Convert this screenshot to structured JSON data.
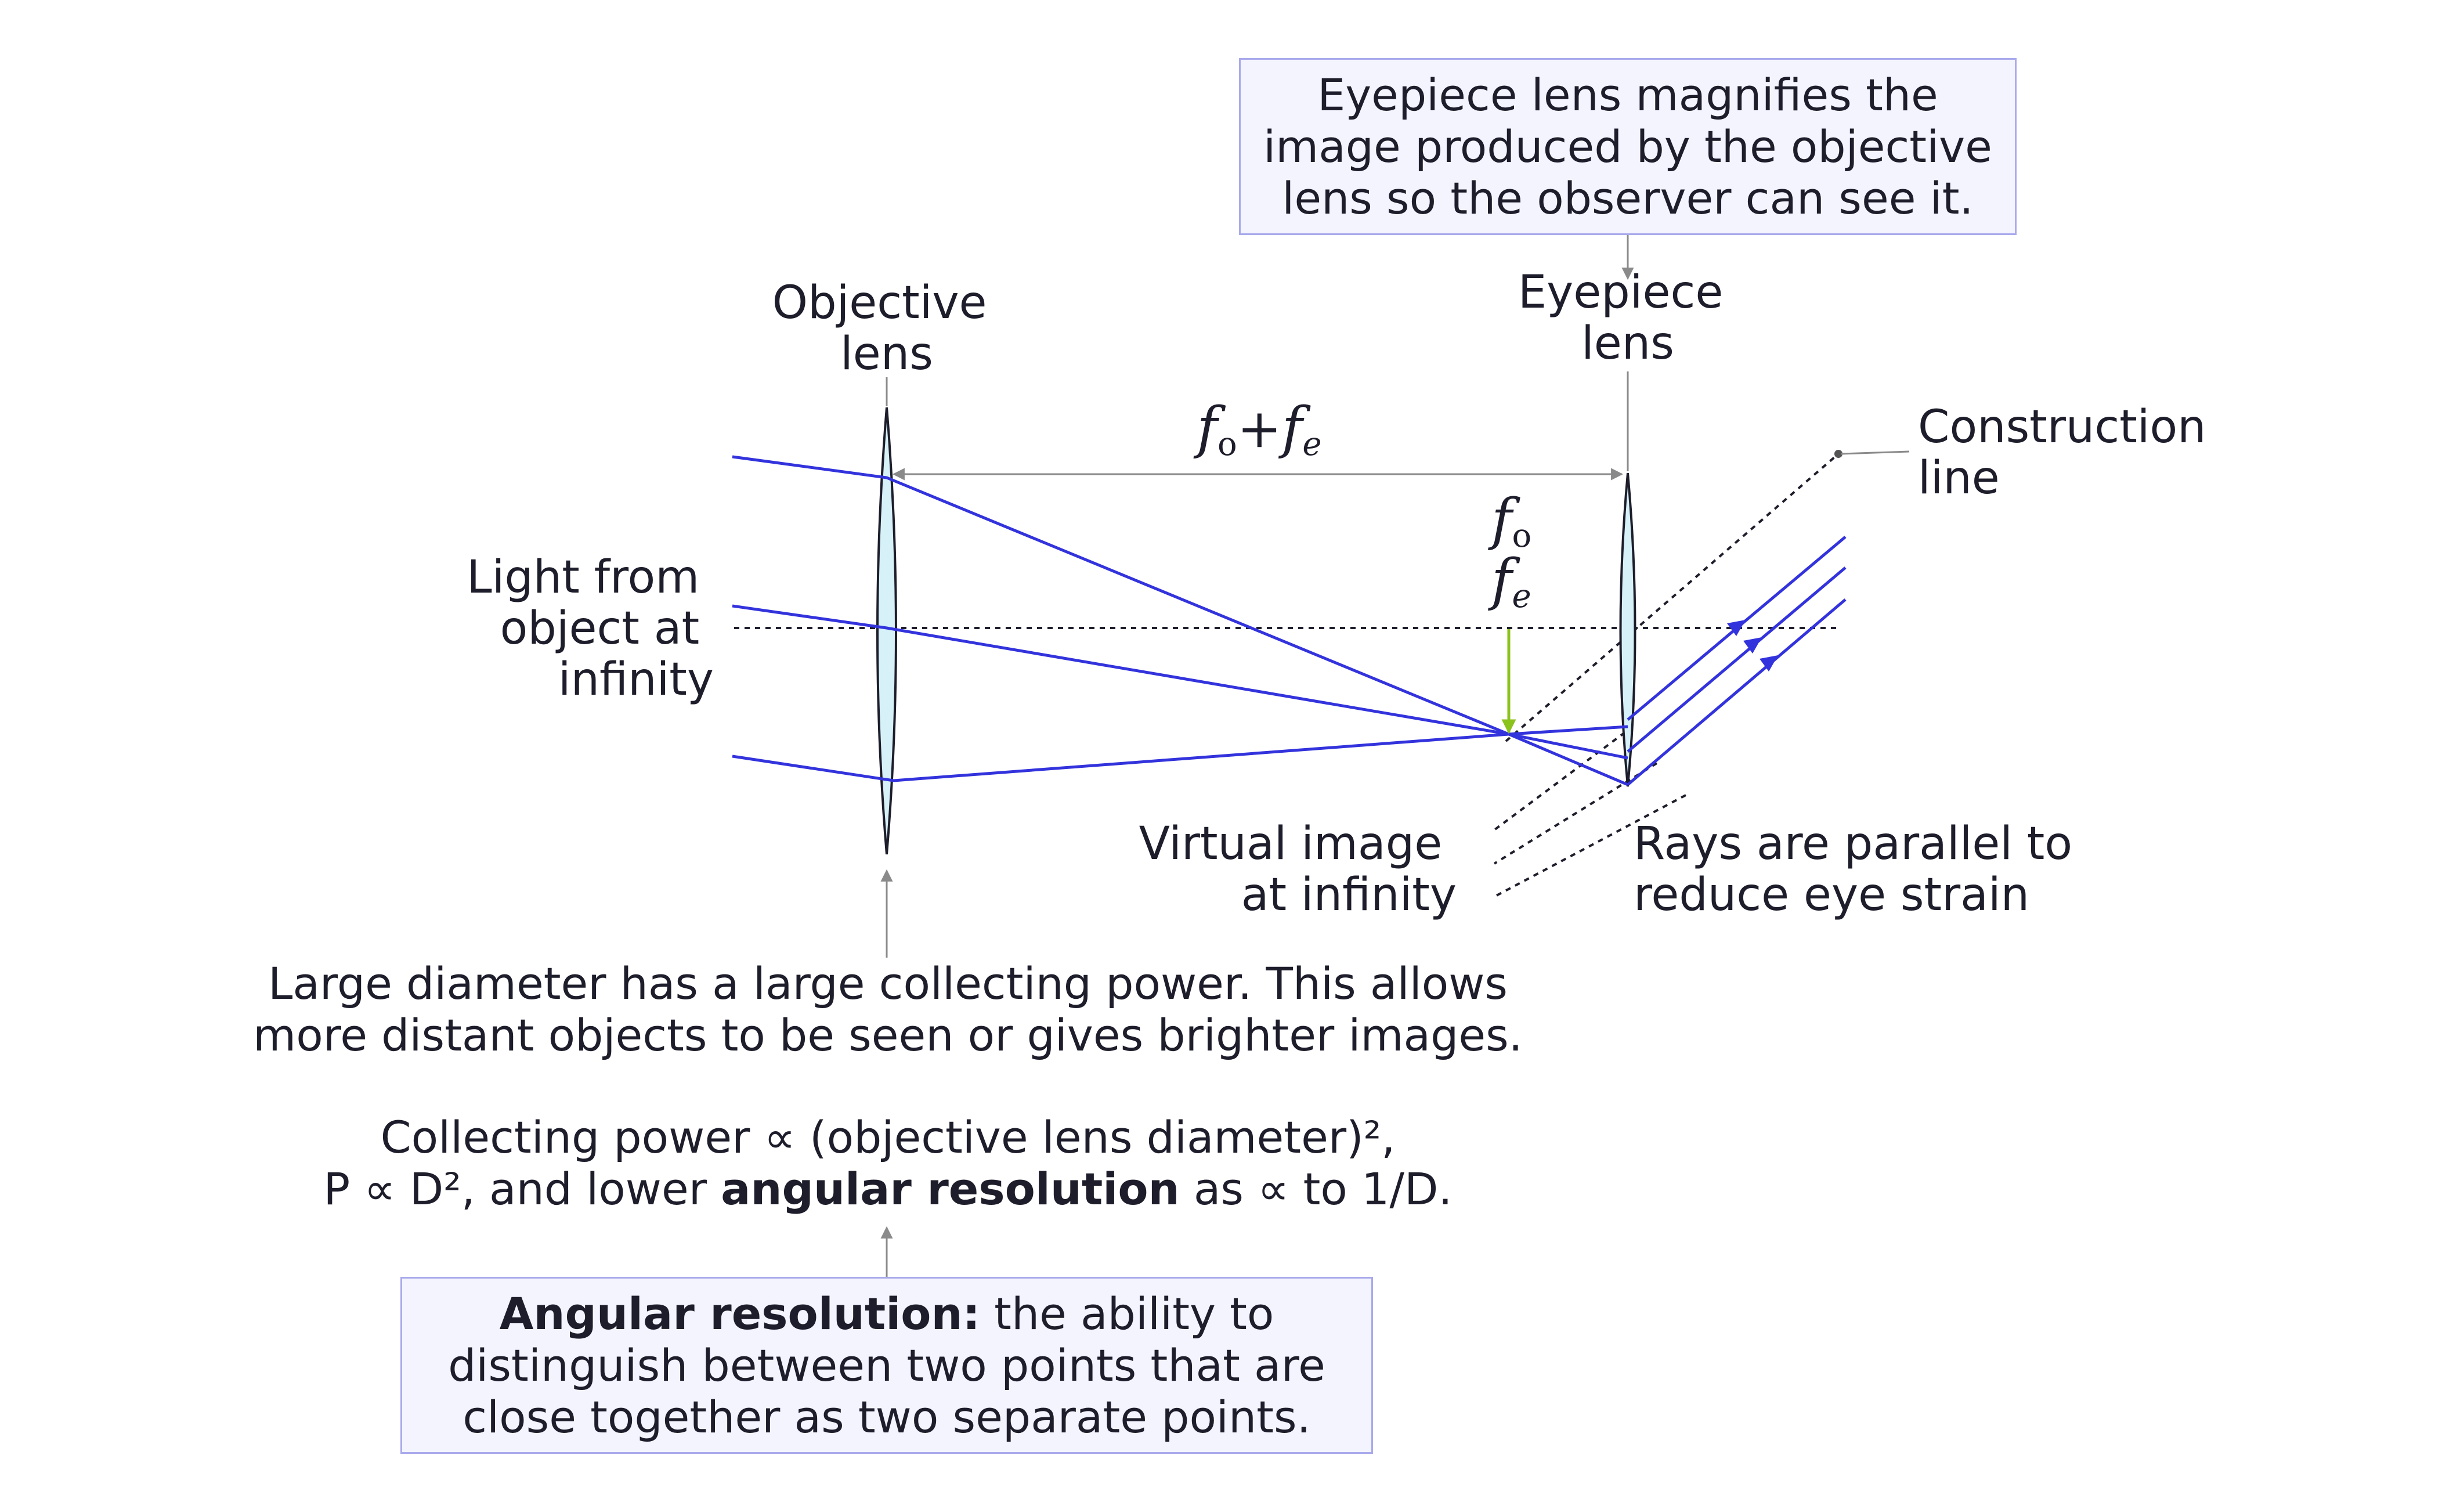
{
  "labels": {
    "objective_lens": [
      "Objective",
      "lens"
    ],
    "eyepiece_lens": [
      "Eyepiece",
      "lens"
    ],
    "light_from_object": [
      "Light from",
      "object at",
      "infinity"
    ],
    "construction_line": [
      "Construction",
      "line"
    ],
    "virtual_image": [
      "Virtual image",
      "at infinity"
    ],
    "rays_parallel": [
      "Rays are parallel to",
      "reduce eye strain"
    ],
    "distance_fo_fe": {
      "f1": "f",
      "sub1": "o",
      "plus": "+",
      "f2": "f",
      "sub2": "e"
    },
    "focal_fo": {
      "f": "f",
      "sub": "o"
    },
    "focal_fe": {
      "f": "f",
      "sub": "e"
    }
  },
  "eyepiece_box": {
    "lines": [
      "Eyepiece lens magnifies the",
      "image produced by the objective",
      "lens so the observer can see it."
    ]
  },
  "collecting_note": {
    "lines": [
      "Large diameter has a large collecting power. This allows",
      "more distant objects to be seen or gives brighter images."
    ]
  },
  "formula_note": {
    "line1": "Collecting power ∝ (objective lens diameter)²,",
    "line2_pre": "P ∝ D², and lower ",
    "line2_bold": "angular resolution",
    "line2_post": " as ∝ to 1/D."
  },
  "angular_box": {
    "bold": "Angular resolution:",
    "line1_rest": " the ability to",
    "line2": "distinguish between two points that are",
    "line3": "close together as two separate points."
  },
  "colors": {
    "ray": "#3333dd",
    "lens_fill": "#d6f1f7",
    "image_arrow": "#8cc21c",
    "box_fill": "#f4f4ff",
    "box_border": "#a9a9ec",
    "annotation": "#8a8a8a"
  }
}
